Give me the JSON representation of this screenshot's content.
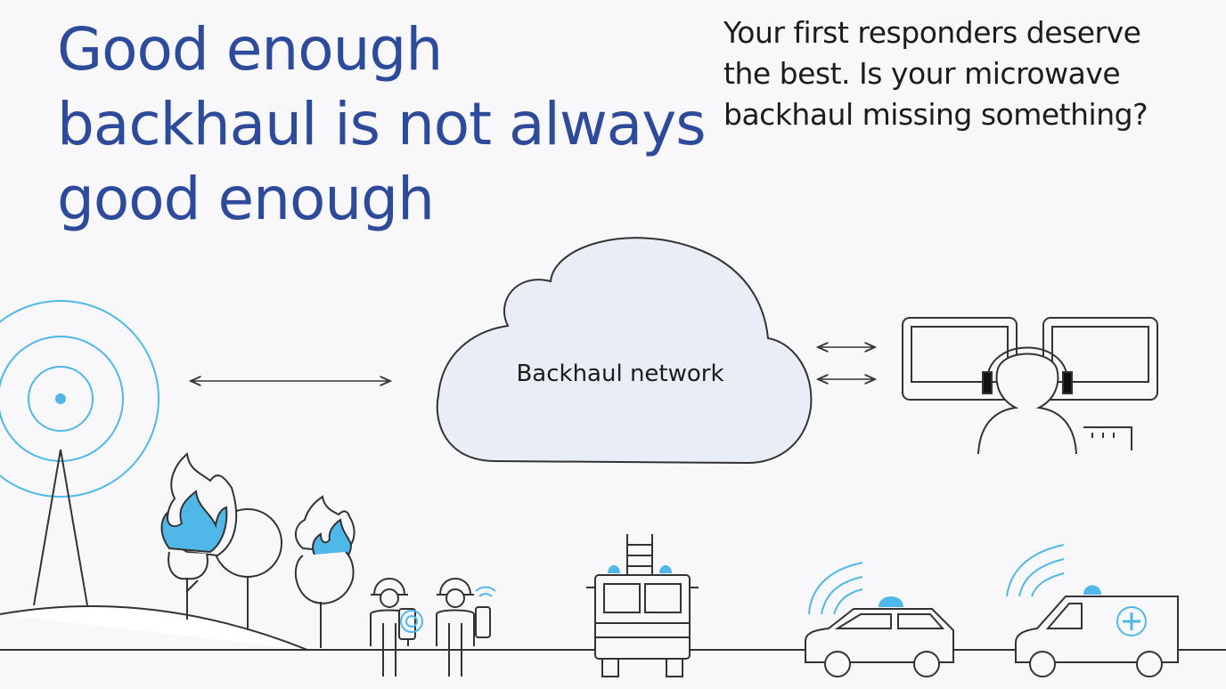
{
  "headline": {
    "line1": "Good enough",
    "line2": "backhaul is not always",
    "line3": "good enough"
  },
  "subhead": {
    "line1": "Your first responders deserve",
    "line2": "the best. Is your microwave",
    "line3": "backhaul missing something?"
  },
  "diagram": {
    "cloud_label": "Backhaul network",
    "nodes": [
      "radio-tower",
      "backhaul-cloud",
      "dispatch-operator",
      "burning-trees",
      "firefighters",
      "fire-truck",
      "police-car",
      "ambulance"
    ],
    "links": [
      "radio-tower <-> backhaul-cloud",
      "backhaul-cloud <-> dispatch-operator"
    ]
  },
  "colors": {
    "headline": "#2e4b9b",
    "accent_blue": "#4fb8e8",
    "line": "#333333",
    "cloud_fill": "#e9edf6"
  }
}
